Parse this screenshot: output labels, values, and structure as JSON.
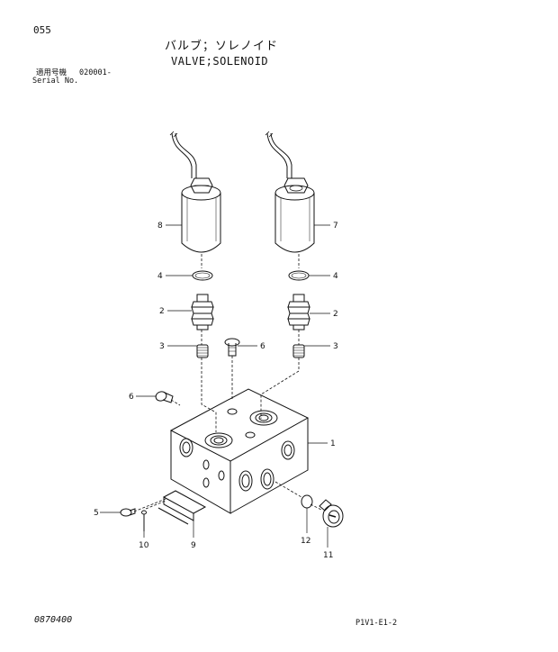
{
  "header": {
    "page_code": "055",
    "title_jp": "バルブ；ソレノイド",
    "title_en": "VALVE;SOLENOID",
    "applicability_label_jp": "適用号機",
    "applicability_value": "020001-",
    "serial_label_en": "Serial No."
  },
  "callouts": {
    "c1": "1",
    "c2_left": "2",
    "c2_right": "2",
    "c3_left": "3",
    "c3_right": "3",
    "c4_left": "4",
    "c4_right": "4",
    "c5": "5",
    "c6_top": "6",
    "c6_left": "6",
    "c7": "7",
    "c8": "8",
    "c9": "9",
    "c10": "10",
    "c11": "11",
    "c12": "12"
  },
  "footer": {
    "doc_number": "0870400",
    "sheet_code": "P1V1-E1-2"
  }
}
